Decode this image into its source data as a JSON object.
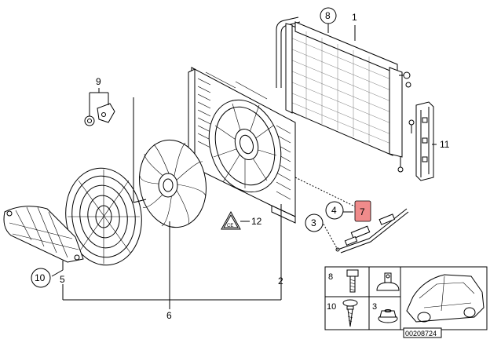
{
  "callouts": {
    "c1": "1",
    "c2": "2",
    "c3": "3",
    "c4": "4",
    "c5": "5",
    "c6": "6",
    "c7": "7",
    "c8": "8",
    "c9": "9",
    "c10": "10",
    "c11": "11",
    "c12": "12"
  },
  "fastener_table": {
    "r1": "8",
    "r2": "10",
    "r3": "3"
  },
  "diagram_code": "00208724",
  "colors": {
    "highlight": "#f08b8b",
    "line": "#000000"
  }
}
